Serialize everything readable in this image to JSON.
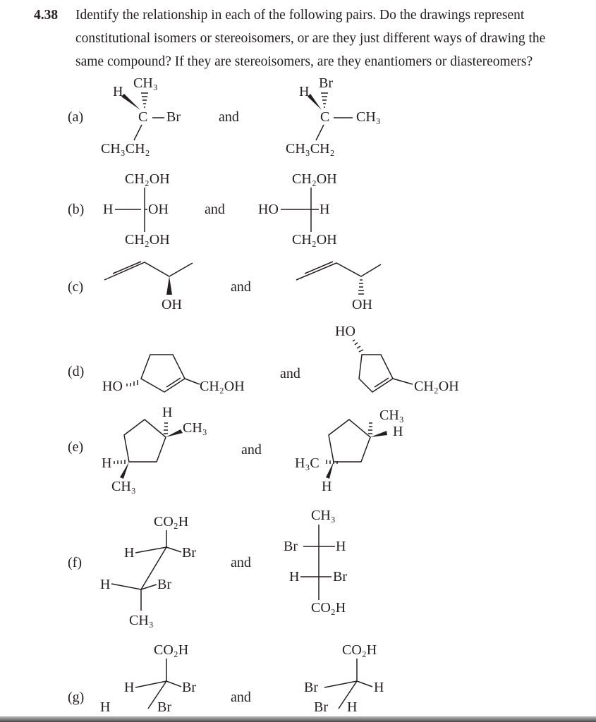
{
  "problem": {
    "number": "4.38",
    "lines": [
      "Identify the relationship in each of the following pairs. Do the drawings represent",
      "constitutional isomers or stereoisomers, or are they just different ways of drawing the",
      "same compound? If they are stereoisomers, are they enantiomers or diastereomers?"
    ]
  },
  "connector": "and",
  "parts": {
    "a": {
      "label": "(a)",
      "left": {
        "h": "H",
        "top": "CH₃",
        "c": "C",
        "right": "Br",
        "bottom": "CH₃CH₂"
      },
      "right": {
        "h": "H",
        "top": "Br",
        "c": "C",
        "right": "CH₃",
        "bottom": "CH₃CH₂"
      }
    },
    "b": {
      "label": "(b)",
      "left": {
        "top": "CH₂OH",
        "l": "H",
        "r": "OH",
        "bottom": "CH₂OH"
      },
      "right": {
        "top": "CH₂OH",
        "l": "HO",
        "r": "H",
        "bottom": "CH₂OH"
      }
    },
    "c": {
      "label": "(c)",
      "left": {
        "oh": "OH"
      },
      "right": {
        "oh": "OH"
      }
    },
    "d": {
      "label": "(d)",
      "left": {
        "ho": "HO",
        "sub": "CH₂OH"
      },
      "right": {
        "ho": "HO",
        "sub": "CH₂OH"
      }
    },
    "e": {
      "label": "(e)",
      "left": {
        "h_top": "H",
        "ch3_top": "CH₃",
        "h_bot": "H",
        "ch3_bot": "CH₃"
      },
      "right": {
        "ch3_top": "CH₃",
        "h_top": "H",
        "h3c_bot": "H₃C",
        "h_bot": "H"
      }
    },
    "f": {
      "label": "(f)",
      "left": {
        "top": "CO₂H",
        "h1": "H",
        "br1": "Br",
        "h2": "H",
        "br2": "Br",
        "bottom": "CH₃"
      },
      "right": {
        "top": "CH₃",
        "br1": "Br",
        "h1": "H",
        "h2": "H",
        "br2": "Br",
        "bottom": "CO₂H"
      }
    },
    "g": {
      "label": "(g)",
      "left": {
        "top": "CO₂H",
        "h1": "H",
        "br1": "Br",
        "h2": "H",
        "br2": "Br"
      },
      "right": {
        "top": "CO₂H",
        "br1": "Br",
        "h1": "H",
        "br2": "Br",
        "h2": "H"
      }
    }
  }
}
